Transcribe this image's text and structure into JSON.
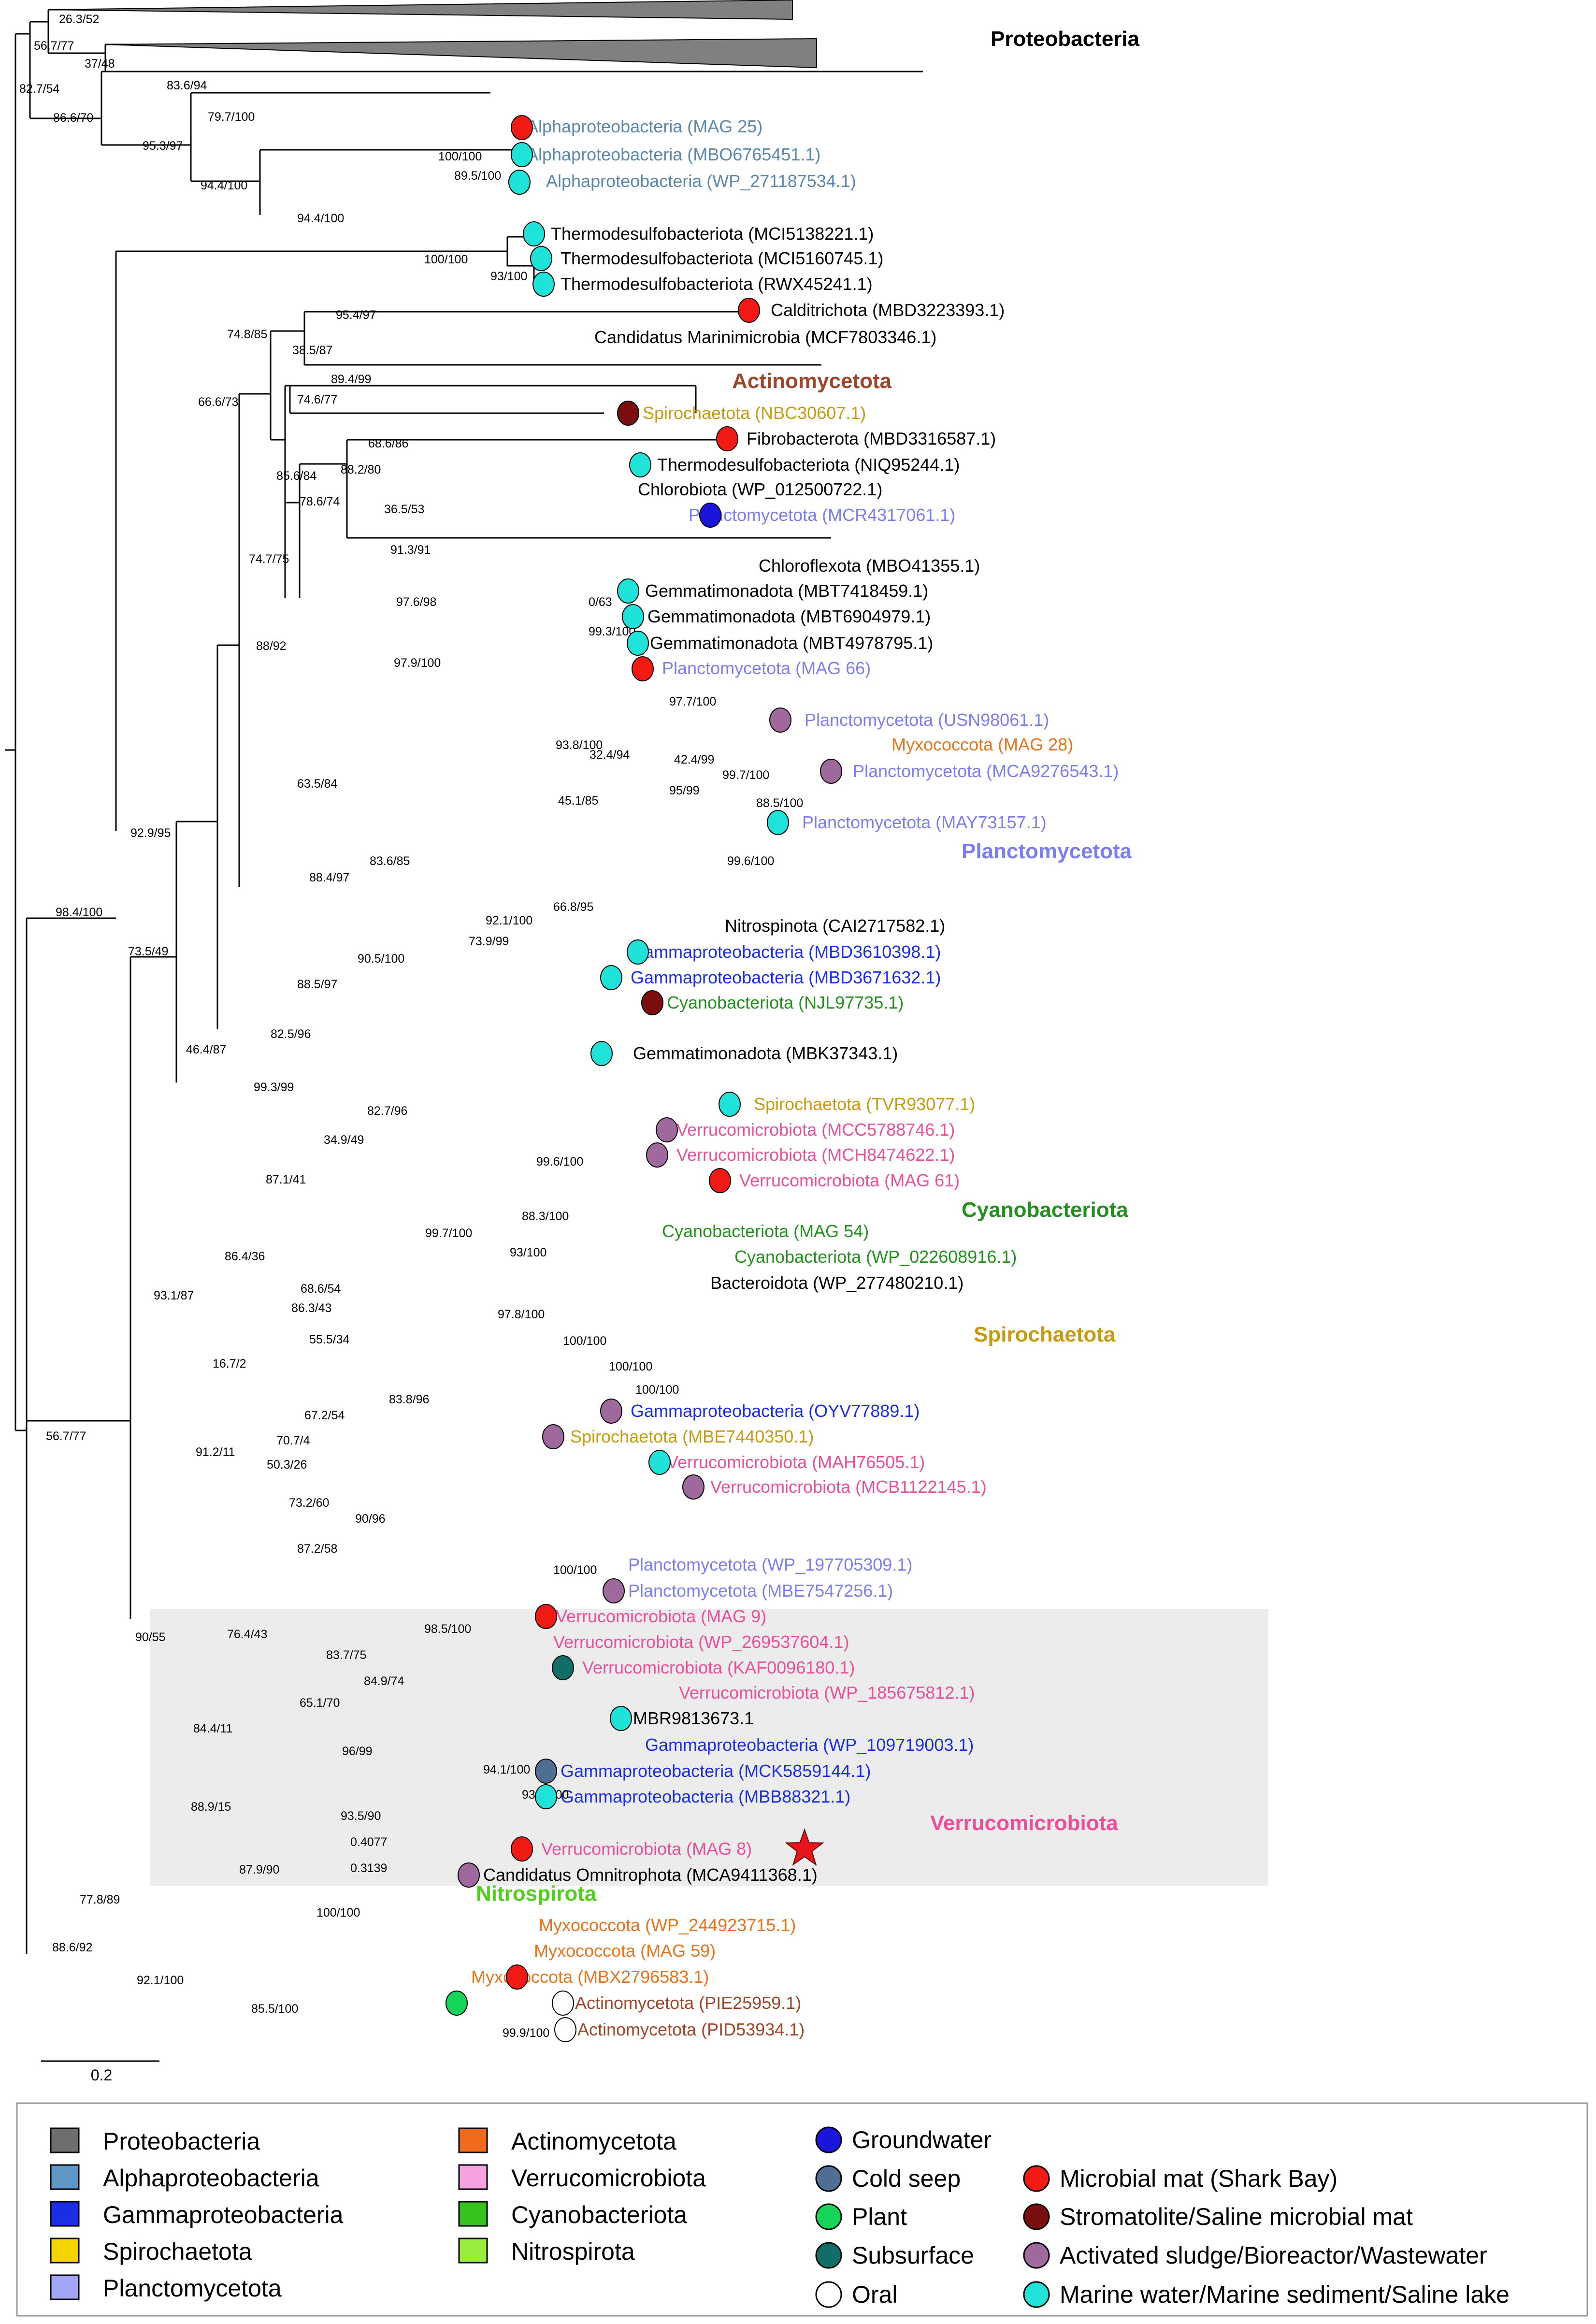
{
  "colors": {
    "Proteobacteria": "#808080",
    "Alphaproteobacteria": "#5a87ad",
    "Gammaproteobacteria": "#1a2ee6",
    "Spirochaetota": "#c79b0d",
    "Planctomycetota": "#7b7ef0",
    "Actinomycetota": "#a0452a",
    "Verrucomicrobiota": "#ec4f9a",
    "Cyanobacteriota": "#22911e",
    "Nitrospirota": "#4fcf1a",
    "Myxococcota": "#e9731c",
    "black": "#000000"
  },
  "leaves": [
    {
      "text": "Alphaproteobacteria (MAG 25)",
      "c": "Alphaproteobacteria"
    },
    {
      "text": "Alphaproteobacteria (MBO6765451.1)",
      "c": "Alphaproteobacteria"
    },
    {
      "text": "Alphaproteobacteria (WP_271187534.1)",
      "c": "Alphaproteobacteria"
    },
    {
      "text": "Thermodesulfobacteriota (MCI5138221.1)",
      "c": "black"
    },
    {
      "text": "Thermodesulfobacteriota (MCI5160745.1)",
      "c": "black"
    },
    {
      "text": "Thermodesulfobacteriota (RWX45241.1)",
      "c": "black"
    },
    {
      "text": "Calditrichota (MBD3223393.1)",
      "c": "black"
    },
    {
      "text": "Candidatus Marinimicrobia (MCF7803346.1)",
      "c": "black"
    },
    {
      "text": "Spirochaetota (NBC30607.1)",
      "c": "Spirochaetota"
    },
    {
      "text": "Fibrobacterota (MBD3316587.1)",
      "c": "black"
    },
    {
      "text": "Thermodesulfobacteriota (NIQ95244.1)",
      "c": "black"
    },
    {
      "text": "Chlorobiota (WP_012500722.1)",
      "c": "black"
    },
    {
      "text": "Planctomycetota (MCR4317061.1)",
      "c": "Planctomycetota"
    },
    {
      "text": "Chloroflexota (MBO41355.1)",
      "c": "black"
    },
    {
      "text": "Gemmatimonadota (MBT7418459.1)",
      "c": "black"
    },
    {
      "text": "Gemmatimonadota (MBT6904979.1)",
      "c": "black"
    },
    {
      "text": "Gemmatimonadota (MBT4978795.1)",
      "c": "black"
    },
    {
      "text": "Planctomycetota (MAG 66)",
      "c": "Planctomycetota"
    },
    {
      "text": "Planctomycetota (USN98061.1)",
      "c": "Planctomycetota"
    },
    {
      "text": "Myxococcota (MAG 28)",
      "c": "Myxococcota"
    },
    {
      "text": "Planctomycetota (MCA9276543.1)",
      "c": "Planctomycetota"
    },
    {
      "text": "Planctomycetota (MAY73157.1)",
      "c": "Planctomycetota"
    },
    {
      "text": "Nitrospinota (CAI2717582.1)",
      "c": "black"
    },
    {
      "text": "Gammaproteobacteria (MBD3610398.1)",
      "c": "Gammaproteobacteria"
    },
    {
      "text": "Gammaproteobacteria (MBD3671632.1)",
      "c": "Gammaproteobacteria"
    },
    {
      "text": "Cyanobacteriota (NJL97735.1)",
      "c": "Cyanobacteriota"
    },
    {
      "text": "Gemmatimonadota (MBK37343.1)",
      "c": "black"
    },
    {
      "text": "Spirochaetota (TVR93077.1)",
      "c": "Spirochaetota"
    },
    {
      "text": "Verrucomicrobiota (MCC5788746.1)",
      "c": "Verrucomicrobiota"
    },
    {
      "text": "Verrucomicrobiota (MCH8474622.1)",
      "c": "Verrucomicrobiota"
    },
    {
      "text": "Verrucomicrobiota (MAG 61)",
      "c": "Verrucomicrobiota"
    },
    {
      "text": "Cyanobacteriota (MAG 54)",
      "c": "Cyanobacteriota"
    },
    {
      "text": "Cyanobacteriota (WP_022608916.1)",
      "c": "Cyanobacteriota"
    },
    {
      "text": "Bacteroidota (WP_277480210.1)",
      "c": "black"
    },
    {
      "text": "Gammaproteobacteria (OYV77889.1)",
      "c": "Gammaproteobacteria"
    },
    {
      "text": "Spirochaetota (MBE7440350.1)",
      "c": "Spirochaetota"
    },
    {
      "text": "Verrucomicrobiota (MAH76505.1)",
      "c": "Verrucomicrobiota"
    },
    {
      "text": "Verrucomicrobiota (MCB1122145.1)",
      "c": "Verrucomicrobiota"
    },
    {
      "text": "Planctomycetota (WP_197705309.1)",
      "c": "Planctomycetota"
    },
    {
      "text": "Planctomycetota (MBE7547256.1)",
      "c": "Planctomycetota"
    },
    {
      "text": "Verrucomicrobiota (MAG 9)",
      "c": "Verrucomicrobiota"
    },
    {
      "text": "Verrucomicrobiota (WP_269537604.1)",
      "c": "Verrucomicrobiota"
    },
    {
      "text": "Verrucomicrobiota (KAF0096180.1)",
      "c": "Verrucomicrobiota"
    },
    {
      "text": "Verrucomicrobiota (WP_185675812.1)",
      "c": "Verrucomicrobiota"
    },
    {
      "text": "MBR9813673.1",
      "c": "black"
    },
    {
      "text": "Gammaproteobacteria (WP_109719003.1)",
      "c": "Gammaproteobacteria"
    },
    {
      "text": "Gammaproteobacteria (MCK5859144.1)",
      "c": "Gammaproteobacteria"
    },
    {
      "text": "Gammaproteobacteria (MBB88321.1)",
      "c": "Gammaproteobacteria"
    },
    {
      "text": "Verrucomicrobiota (MAG 8)",
      "c": "Verrucomicrobiota"
    },
    {
      "text": "Candidatus Omnitrophota (MCA9411368.1)",
      "c": "black"
    },
    {
      "text": "Myxococcota (WP_244923715.1)",
      "c": "Myxococcota"
    },
    {
      "text": "Myxococcota (MAG 59)",
      "c": "Myxococcota"
    },
    {
      "text": "Myxococcota (MBX2796583.1)",
      "c": "Myxococcota"
    },
    {
      "text": "Actinomycetota (PIE25959.1)",
      "c": "Actinomycetota"
    },
    {
      "text": "Actinomycetota (PID53934.1)",
      "c": "Actinomycetota"
    }
  ],
  "group_labels": [
    {
      "text": "Proteobacteria",
      "c": "black"
    },
    {
      "text": "Actinomycetota",
      "c": "Actinomycetota"
    },
    {
      "text": "Planctomycetota",
      "c": "Planctomycetota"
    },
    {
      "text": "Cyanobacteriota",
      "c": "Cyanobacteriota"
    },
    {
      "text": "Spirochaetota",
      "c": "Spirochaetota"
    },
    {
      "text": "Verrucomicrobiota",
      "c": "Verrucomicrobiota"
    },
    {
      "text": "Nitrospirota",
      "c": "Nitrospirota"
    }
  ],
  "support": [
    "26.3/52",
    "56.7/77",
    "37/48",
    "82.7/54",
    "83.6/94",
    "86.6/70",
    "79.7/100",
    "95.3/97",
    "100/100",
    "89.5/100",
    "94.4/100",
    "94.4/100",
    "100/100",
    "93/100",
    "95.4/97",
    "74.8/85",
    "38.5/87",
    "89.4/99",
    "74.6/77",
    "66.6/73",
    "68.6/86",
    "88.2/80",
    "78.6/74",
    "36.5/53",
    "85.6/84",
    "91.3/91",
    "74.7/75",
    "0/63",
    "97.6/98",
    "99.3/100",
    "88/92",
    "97.9/100",
    "97.7/100",
    "93.8/100",
    "32.4/94",
    "42.4/99",
    "99.7/100",
    "95/99",
    "45.1/85",
    "88.5/100",
    "63.5/84",
    "99.6/100",
    "83.6/85",
    "88.4/97",
    "66.8/95",
    "92.1/100",
    "73.9/99",
    "90.5/100",
    "88.5/97",
    "92.9/95",
    "98.4/100",
    "73.5/49",
    "82.5/96",
    "46.4/87",
    "99.3/99",
    "82.7/96",
    "34.9/49",
    "99.6/100",
    "87.1/41",
    "88.3/100",
    "99.7/100",
    "93/100",
    "86.4/36",
    "68.6/54",
    "86.3/43",
    "97.8/100",
    "55.5/34",
    "100/100",
    "100/100",
    "16.7/2",
    "100/100",
    "83.8/96",
    "67.2/54",
    "70.7/4",
    "50.3/26",
    "73.2/60",
    "91.2/11",
    "90/96",
    "87.2/58",
    "93.1/87",
    "56.7/77",
    "100/100",
    "76.4/43",
    "98.5/100",
    "83.7/75",
    "84.9/74",
    "65.1/70",
    "96/99",
    "94.1/100",
    "93.2/100",
    "84.4/11",
    "93.5/90",
    "0.4077",
    "0.3139",
    "88.9/15",
    "87.9/90",
    "90/55",
    "77.8/89",
    "100/100",
    "88.6/92",
    "92.1/100",
    "85.5/100",
    "99.9/100"
  ],
  "scale_bar_label": "0.2",
  "legend": {
    "taxa": [
      {
        "label": "Proteobacteria",
        "fill": "#6e6e6e"
      },
      {
        "label": "Alphaproteobacteria",
        "fill": "#5f97c9"
      },
      {
        "label": "Gammaproteobacteria",
        "fill": "#1a2ee6"
      },
      {
        "label": "Spirochaetota",
        "fill": "#f5d400"
      },
      {
        "label": "Planctomycetota",
        "fill": "#a3a5f5"
      },
      {
        "label": "Actinomycetota",
        "fill": "#f26b1d"
      },
      {
        "label": "Verrucomicrobiota",
        "fill": "#f7a1e0"
      },
      {
        "label": "Cyanobacteriota",
        "fill": "#36c21d"
      },
      {
        "label": "Nitrospirota",
        "fill": "#98ec3c"
      }
    ],
    "environments": [
      {
        "label": "Groundwater",
        "fill": "#1b14d9"
      },
      {
        "label": "Cold seep",
        "fill": "#4f6f92"
      },
      {
        "label": "Plant",
        "fill": "#16d45a"
      },
      {
        "label": "Subsurface",
        "fill": "#0f6f68"
      },
      {
        "label": "Oral",
        "fill": "#ffffff"
      },
      {
        "label": "Microbial mat (Shark Bay)",
        "fill": "#f21a14"
      },
      {
        "label": "Stromatolite/Saline microbial mat",
        "fill": "#7a0e0e"
      },
      {
        "label": "Activated sludge/Bioreactor/Wastewater",
        "fill": "#a0699e"
      },
      {
        "label": "Marine water/Marine sediment/Saline lake",
        "fill": "#1fe3d8"
      }
    ]
  }
}
